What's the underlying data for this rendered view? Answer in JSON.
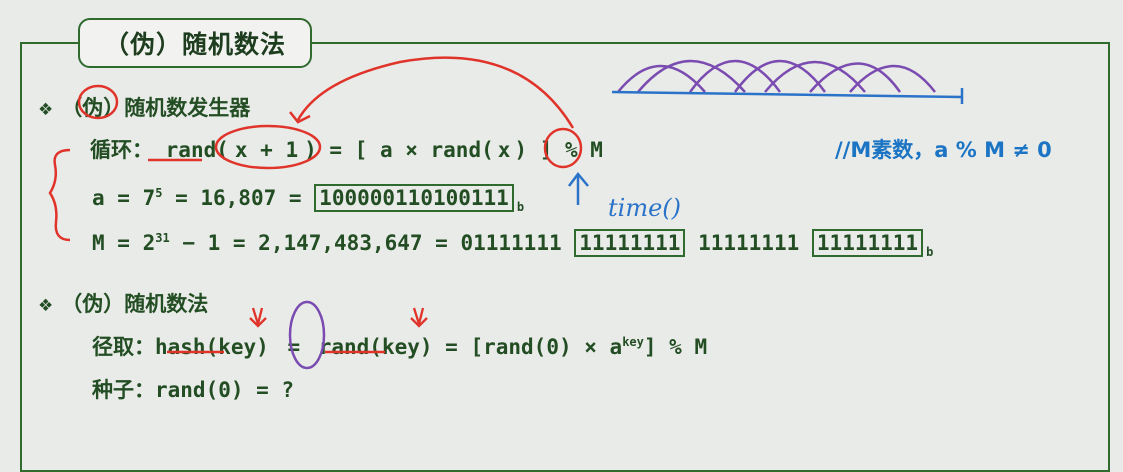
{
  "title": "（伪）随机数法",
  "bullet": "❖",
  "section1": {
    "heading": "（伪）随机数发生器",
    "loop_label": "循环：",
    "loop_formula_part1": "rand(",
    "loop_formula_arg": "x + 1",
    "loop_formula_part2": ")  =  [ a × rand(",
    "loop_formula_x": "x",
    "loop_formula_part3": ") ] % M",
    "comment": "//M素数，a % M ≠ 0",
    "a_prefix": "a = 7",
    "a_exp": "5",
    "a_mid": " = 16,807 = ",
    "a_binary": "100000110100111",
    "a_suffix": "b",
    "m_prefix": "M  =  2",
    "m_exp": "31",
    "m_mid": " − 1  =  2,147,483,647  =  ",
    "m_byte1": "01111111",
    "m_byte2": "11111111",
    "m_byte3": "11111111",
    "m_byte4": "11111111",
    "m_suffix": "b",
    "annotation_time": "time()"
  },
  "section2": {
    "heading": "（伪）随机数法",
    "take_label": "径取：",
    "take_hash": "hash(key)",
    "take_eq": " = ",
    "take_rand": "rand(key)",
    "take_rest_1": " = [rand(0) × a",
    "take_rest_exp": "key",
    "take_rest_2": "] % M",
    "seed_label": "种子：",
    "seed_formula": "rand(0) = ?"
  },
  "colors": {
    "green_text": "#234d23",
    "border": "#2f6a2f",
    "blue_comment": "#1b74c4",
    "red_annotation": "#e0342b",
    "purple_annotation": "#7a4bb0",
    "blue_annotation": "#2a73c9"
  }
}
